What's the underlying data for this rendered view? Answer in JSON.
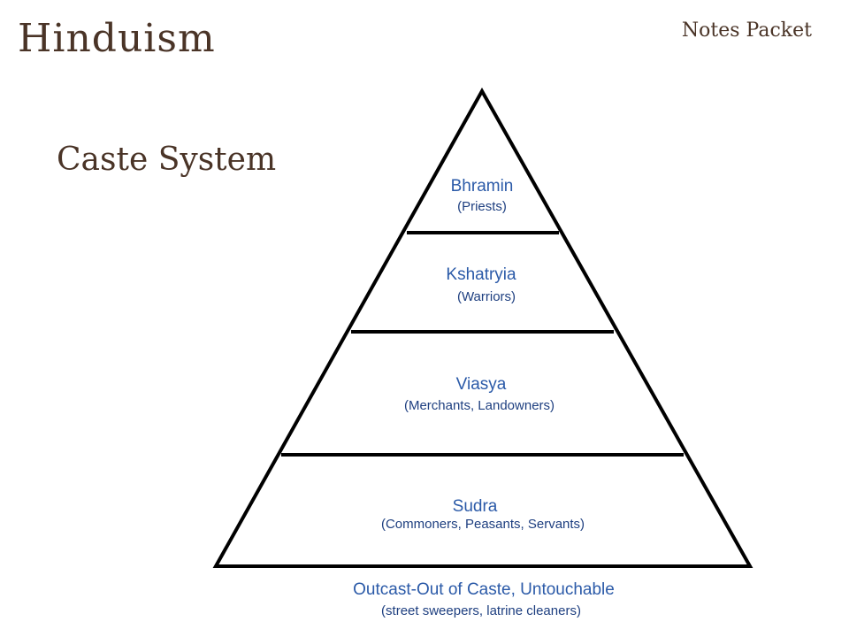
{
  "slide": {
    "title": "Hinduism",
    "tag": "Notes Packet",
    "subtitle": "Caste System"
  },
  "pyramid": {
    "levels": [
      {
        "name": "Bhramin",
        "role": "(Priests)"
      },
      {
        "name": "Kshatryia",
        "role": "(Warriors)"
      },
      {
        "name": "Viasya",
        "role": "(Merchants, Landowners)"
      },
      {
        "name": "Sudra",
        "role": "(Commoners, Peasants, Servants)"
      }
    ],
    "outcast": {
      "name": "Outcast-Out of Caste, Untouchable",
      "role": "(street sweepers, latrine cleaners)"
    },
    "colors": {
      "outline": "#000000",
      "label": "#2b5aa8",
      "sublabel": "#1e3f80"
    }
  }
}
